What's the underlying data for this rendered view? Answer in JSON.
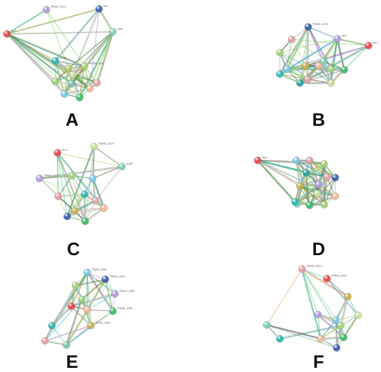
{
  "panels": [
    {
      "id": "A",
      "label": "A",
      "nodes": [
        {
          "id": "a0",
          "label": "ftsZ",
          "color": "#e8474b"
        },
        {
          "id": "a1",
          "label": "TPANIC_0922",
          "color": "#b59be0"
        },
        {
          "id": "a2",
          "label": "ftsK",
          "color": "#3f5fb0"
        },
        {
          "id": "a3",
          "label": "ssbB",
          "color": "#7fd1b8"
        },
        {
          "id": "a4",
          "label": "mraW",
          "color": "#2db8b4"
        },
        {
          "id": "a5",
          "label": "TPANIC_0542",
          "color": "#a8d27a"
        },
        {
          "id": "a6",
          "label": "",
          "color": "#b6c66a"
        },
        {
          "id": "a7",
          "label": "",
          "color": "#e0a0a0"
        },
        {
          "id": "a8",
          "label": "",
          "color": "#9ad17a"
        },
        {
          "id": "a9",
          "label": "",
          "color": "#79c9e8"
        },
        {
          "id": "a10",
          "label": "",
          "color": "#7cc2a8"
        },
        {
          "id": "a11",
          "label": "",
          "color": "#3db86a"
        },
        {
          "id": "a12",
          "label": "",
          "color": "#f0b895"
        },
        {
          "id": "a13",
          "label": "",
          "color": "#c9e0a0"
        }
      ]
    },
    {
      "id": "B",
      "label": "B",
      "nodes": [
        {
          "id": "b0",
          "label": "TPANIC_0374",
          "color": "#3f5fb0"
        },
        {
          "id": "b1",
          "label": "recA",
          "color": "#b59be0"
        },
        {
          "id": "b2",
          "label": "",
          "color": "#e8a0a8"
        },
        {
          "id": "b3",
          "label": "ftsH",
          "color": "#e8474b"
        },
        {
          "id": "b4",
          "label": "",
          "color": "#a8d27a"
        },
        {
          "id": "b5",
          "label": "",
          "color": "#79c9e8"
        },
        {
          "id": "b6",
          "label": "",
          "color": "#c8b04a"
        },
        {
          "id": "b7",
          "label": "",
          "color": "#7fd1b8"
        },
        {
          "id": "b8",
          "label": "",
          "color": "#2db8b4"
        },
        {
          "id": "b9",
          "label": "",
          "color": "#e0a0a0"
        },
        {
          "id": "b10",
          "label": "",
          "color": "#3db86a"
        },
        {
          "id": "b11",
          "label": "",
          "color": "#9ad17a"
        },
        {
          "id": "b12",
          "label": "",
          "color": "#2aa0a0"
        },
        {
          "id": "b13",
          "label": "",
          "color": "#c9e0a0"
        },
        {
          "id": "b14",
          "label": "",
          "color": "#f0b895"
        }
      ]
    },
    {
      "id": "C",
      "label": "C",
      "nodes": [
        {
          "id": "c0",
          "label": "dnrA",
          "color": "#e8474b"
        },
        {
          "id": "c1",
          "label": "TPANIC_0039",
          "color": "#c9e0a0"
        },
        {
          "id": "c2",
          "label": "rpoBP",
          "color": "#7fd1b8"
        },
        {
          "id": "c3",
          "label": "TPANIC_0177",
          "color": "#b59be0"
        },
        {
          "id": "c4",
          "label": "",
          "color": "#79c9e8"
        },
        {
          "id": "c5",
          "label": "",
          "color": "#a8d27a"
        },
        {
          "id": "c6",
          "label": "",
          "color": "#e0a0a0"
        },
        {
          "id": "c7",
          "label": "",
          "color": "#2db8b4"
        },
        {
          "id": "c8",
          "label": "",
          "color": "#c8b04a"
        },
        {
          "id": "c9",
          "label": "",
          "color": "#f0b895"
        },
        {
          "id": "c10",
          "label": "",
          "color": "#3f5fb0"
        },
        {
          "id": "c11",
          "label": "",
          "color": "#3db86a"
        },
        {
          "id": "c12",
          "label": "",
          "color": "#e8a0a8"
        }
      ]
    },
    {
      "id": "D",
      "label": "D",
      "nodes": [
        {
          "id": "d0",
          "label": "fabG",
          "color": "#e8474b"
        },
        {
          "id": "d1",
          "label": "",
          "color": "#79c9e8"
        },
        {
          "id": "d2",
          "label": "",
          "color": "#e0a0a0"
        },
        {
          "id": "d3",
          "label": "",
          "color": "#a8d27a"
        },
        {
          "id": "d4",
          "label": "",
          "color": "#3f5fb0"
        },
        {
          "id": "d5",
          "label": "",
          "color": "#c8b04a"
        },
        {
          "id": "d6",
          "label": "",
          "color": "#b59be0"
        },
        {
          "id": "d7",
          "label": "",
          "color": "#7fd1b8"
        },
        {
          "id": "d8",
          "label": "",
          "color": "#2db8b4"
        },
        {
          "id": "d9",
          "label": "",
          "color": "#3db86a"
        },
        {
          "id": "d10",
          "label": "",
          "color": "#9ad17a"
        },
        {
          "id": "d11",
          "label": "",
          "color": "#c9e0a0"
        },
        {
          "id": "d12",
          "label": "",
          "color": "#f0b895"
        },
        {
          "id": "d13",
          "label": "",
          "color": "#2aa0a0"
        },
        {
          "id": "d14",
          "label": "",
          "color": "#e8a0a8"
        }
      ]
    },
    {
      "id": "E",
      "label": "E",
      "nodes": [
        {
          "id": "e0",
          "label": "TPANIC_0967",
          "color": "#79c9e8"
        },
        {
          "id": "e1",
          "label": "TPANIC_0969",
          "color": "#3f5fb0"
        },
        {
          "id": "e2",
          "label": "",
          "color": "#a8d27a"
        },
        {
          "id": "e3",
          "label": "TPANIC_0968",
          "color": "#b59be0"
        },
        {
          "id": "e4",
          "label": "",
          "color": "#e8474b"
        },
        {
          "id": "e5",
          "label": "",
          "color": "#f0b895"
        },
        {
          "id": "e6",
          "label": "TPANIC_0966",
          "color": "#3db86a"
        },
        {
          "id": "e7",
          "label": "",
          "color": "#2db8b4"
        },
        {
          "id": "e8",
          "label": "TPANIC_0963",
          "color": "#c8b04a"
        },
        {
          "id": "e9",
          "label": "",
          "color": "#7cc2a8"
        },
        {
          "id": "e10",
          "label": "",
          "color": "#e8a0a8"
        },
        {
          "id": "e11",
          "label": "",
          "color": "#9ad17a"
        }
      ]
    },
    {
      "id": "F",
      "label": "F",
      "nodes": [
        {
          "id": "f0",
          "label": "TPANIC_0903",
          "color": "#e8a0a8"
        },
        {
          "id": "f1",
          "label": "TPANIC_0904",
          "color": "#e8474b"
        },
        {
          "id": "f2",
          "label": "",
          "color": "#c8b04a"
        },
        {
          "id": "f3",
          "label": "",
          "color": "#c9e0a0"
        },
        {
          "id": "f4",
          "label": "",
          "color": "#b59be0"
        },
        {
          "id": "f5",
          "label": "",
          "color": "#79c9e8"
        },
        {
          "id": "f6",
          "label": "",
          "color": "#a8d27a"
        },
        {
          "id": "f7",
          "label": "",
          "color": "#7fd1b8"
        },
        {
          "id": "f8",
          "label": "",
          "color": "#2db8b4"
        },
        {
          "id": "f9",
          "label": "",
          "color": "#f0b895"
        },
        {
          "id": "f10",
          "label": "",
          "color": "#3db86a"
        },
        {
          "id": "f11",
          "label": "",
          "color": "#3f5fb0"
        }
      ]
    }
  ],
  "edge_colors": [
    "#4caf50",
    "#33bbbb",
    "#b088d0",
    "#7ccf5a",
    "#222222",
    "#c7c7c7",
    "#9fd26a",
    "#e39b4a"
  ]
}
